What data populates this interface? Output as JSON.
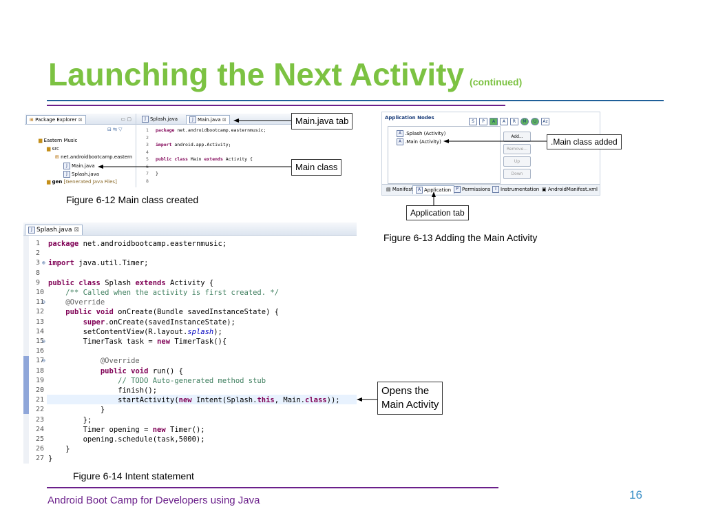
{
  "slide": {
    "title": "Launching the Next Activity",
    "subtitle": "(continued)",
    "footer": "Android Boot Camp for Developers using Java",
    "page_number": "16",
    "colors": {
      "title": "#7cc242",
      "rule_blue": "#1f5f99",
      "rule_purple": "#6a1f8a",
      "footer_text": "#6a1f8a",
      "page_number": "#3a8fc7"
    }
  },
  "fig12": {
    "caption": "Figure 6-12 Main class created",
    "explorer_tab": "Package Explorer",
    "tree": [
      "Eastern Music",
      "src",
      "net.androidbootcamp.eastern",
      "Main.java",
      "Splash.java",
      "gen",
      "[Generated Java Files]"
    ],
    "editor_tabs": [
      "Splash.java",
      "Main.java"
    ],
    "line_numbers": [
      "1",
      "2",
      "3",
      "4",
      "5",
      "6",
      "7",
      "8"
    ],
    "code": [
      "package net.androidbootcamp.easternmusic;",
      "",
      "import android.app.Activity;",
      "",
      "public class Main extends Activity {",
      "",
      "}",
      ""
    ],
    "callout_tab": "Main.java tab",
    "callout_class": "Main class"
  },
  "fig13": {
    "caption": "Figure 6-13 Adding the Main Activity",
    "header": "Application Nodes",
    "node_icons": [
      "S",
      "P",
      "A",
      "A",
      "R",
      "M",
      "U",
      "Az"
    ],
    "nodes": [
      ".Splash (Activity)",
      ".Main (Activity)"
    ],
    "buttons": [
      "Add...",
      "Remove...",
      "Up",
      "Down"
    ],
    "bottom_tabs": [
      "Manifest",
      "Application",
      "Permissions",
      "Instrumentation",
      "AndroidManifest.xml"
    ],
    "callout_added": ".Main class added",
    "callout_tab": "Application tab"
  },
  "fig14": {
    "caption": "Figure 6-14 Intent statement",
    "editor_tab": "Splash.java",
    "line_numbers": [
      "1",
      "2",
      "3",
      "8",
      "9",
      "10",
      "11",
      "12",
      "13",
      "14",
      "15",
      "16",
      "17",
      "18",
      "19",
      "20",
      "21",
      "22",
      "23",
      "24",
      "25",
      "26",
      "27"
    ],
    "lines": [
      "package net.androidbootcamp.easternmusic;",
      "",
      "import java.util.Timer;",
      "",
      "public class Splash extends Activity {",
      "    /** Called when the activity is first created. */",
      "    @Override",
      "    public void onCreate(Bundle savedInstanceState) {",
      "        super.onCreate(savedInstanceState);",
      "        setContentView(R.layout.splash);",
      "        TimerTask task = new TimerTask(){",
      "",
      "            @Override",
      "            public void run() {",
      "                // TODO Auto-generated method stub",
      "                finish();",
      "                startActivity(new Intent(Splash.this, Main.class));",
      "            }",
      "        };",
      "        Timer opening = new Timer();",
      "        opening.schedule(task,5000);",
      "    }",
      "}"
    ],
    "callout_line1": "Opens the",
    "callout_line2": "Main Activity"
  }
}
